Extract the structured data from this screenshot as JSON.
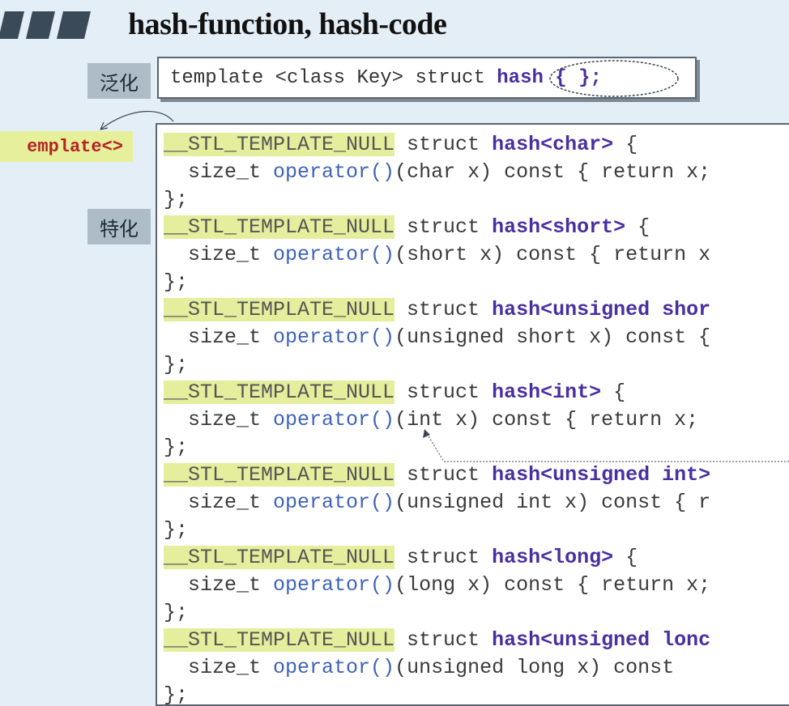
{
  "header": {
    "title": "hash-function, hash-code"
  },
  "labels": {
    "generic": "泛化",
    "specialized": "特化",
    "template_tag": "emplate<>"
  },
  "generic_decl": {
    "prefix": "template <class Key> struct ",
    "name": "hash { };"
  },
  "specializations": [
    {
      "macro": "__STL_TEMPLATE_NULL",
      "struct_kw": " struct ",
      "name": "hash<char>",
      "open": " {",
      "indent": "  size_t ",
      "op": "operator()",
      "body": "(char x) const { return x;",
      "close": "};"
    },
    {
      "macro": "__STL_TEMPLATE_NULL",
      "struct_kw": " struct ",
      "name": "hash<short>",
      "open": " {",
      "indent": "  size_t ",
      "op": "operator()",
      "body": "(short x) const { return x",
      "close": "};"
    },
    {
      "macro": "__STL_TEMPLATE_NULL",
      "struct_kw": " struct ",
      "name": "hash<unsigned shor",
      "open": "",
      "indent": "  size_t ",
      "op": "operator()",
      "body": "(unsigned short x) const {",
      "close": "};"
    },
    {
      "macro": "__STL_TEMPLATE_NULL",
      "struct_kw": " struct ",
      "name": "hash<int>",
      "open": " {",
      "indent": "  size_t ",
      "op": "operator()",
      "body": "(int x) const { return x;",
      "close": "};"
    },
    {
      "macro": "__STL_TEMPLATE_NULL",
      "struct_kw": " struct ",
      "name": "hash<unsigned int>",
      "open": "",
      "indent": "  size_t ",
      "op": "operator()",
      "body": "(unsigned int x) const { r",
      "close": "};"
    },
    {
      "macro": "__STL_TEMPLATE_NULL",
      "struct_kw": " struct ",
      "name": "hash<long>",
      "open": " {",
      "indent": "  size_t ",
      "op": "operator()",
      "body": "(long x) const { return x;",
      "close": "};"
    },
    {
      "macro": "__STL_TEMPLATE_NULL",
      "struct_kw": " struct ",
      "name": "hash<unsigned lonc",
      "open": "",
      "indent": "  size_t ",
      "op": "operator()",
      "body": "(unsigned long x) const",
      "close": "};"
    }
  ],
  "colors": {
    "highlight": "#e4ee9c",
    "name": "#4a2fa0",
    "operator": "#3f63b8",
    "template_tag_text": "#b52222"
  }
}
